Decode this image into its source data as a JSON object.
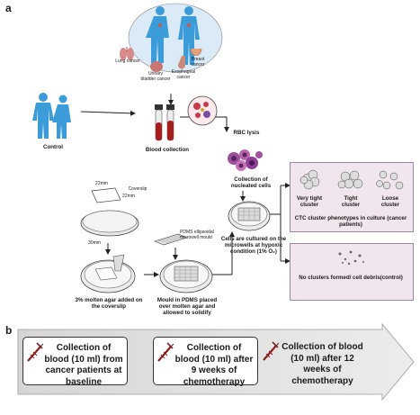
{
  "panel_a": {
    "letter": "a",
    "cancers": [
      "Lung cancer",
      "Urinary bladder cancer",
      "Esophageal cancer",
      "Breast cancer"
    ],
    "control_label": "Control",
    "blood_collection": "Blood collection",
    "rbc_lysis": "RBC lysis",
    "nucleated": "Collection of nucleated cells",
    "coverslip": "Coverslip",
    "dim_a": "22mm",
    "dim_b": "22mm",
    "dim_c": "30mm",
    "molten_agar": "3% molten agar added on the coverslip",
    "mould_label": "PDMS ellipsoidal microwell mould",
    "mould_step": "Mould in PDMS placed over molten agar and allowed to solidify",
    "cultured": "Cells are cultured on the microwells at hypoxic condition (1% O₂)",
    "phenotypes": [
      "Very tight cluster",
      "Tight cluster",
      "Loose cluster"
    ],
    "phenotype_caption": "CTC cluster phenotypes in culture (cancer patients)",
    "no_clusters": "No clusters formed/ cell debris(control)"
  },
  "panel_b": {
    "letter": "b",
    "steps": [
      "Collection of blood (10 ml) from cancer patients at baseline",
      "Collection of blood (10 ml) after 9 weeks of chemotherapy",
      "Collection of blood (10 ml) after 12 weeks of chemotherapy"
    ]
  }
}
